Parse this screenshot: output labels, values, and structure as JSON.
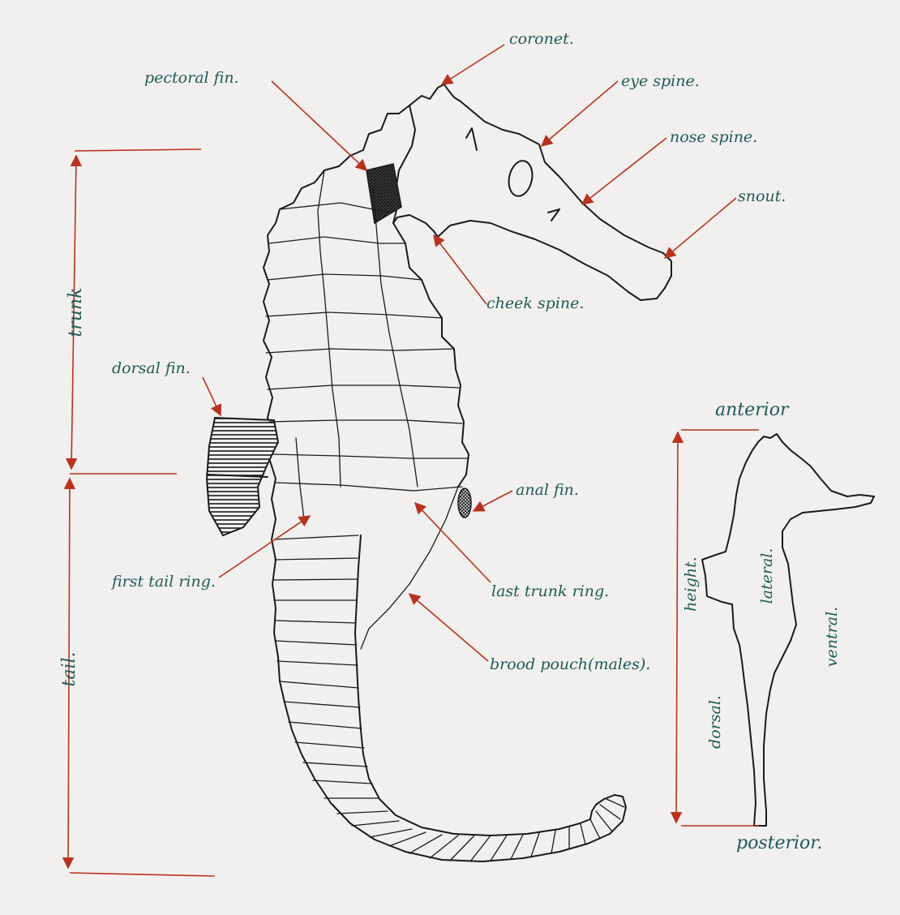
{
  "colors": {
    "paper": "#f1f0ee",
    "ink": "#1a1a1a",
    "label": "#1f5a57",
    "arrow": "#b8321f"
  },
  "labels": {
    "coronet": "coronet.",
    "pectoral_fin": "pectoral fin.",
    "eye_spine": "eye spine.",
    "nose_spine": "nose spine.",
    "snout": "snout.",
    "cheek_spine": "cheek spine.",
    "dorsal_fin": "dorsal fin.",
    "anal_fin": "anal fin.",
    "first_tail_ring": "first tail ring.",
    "last_trunk_ring": "last trunk ring.",
    "brood_pouch": "brood pouch(males).",
    "trunk": "trunk",
    "tail": "tail."
  },
  "orientation": {
    "anterior": "anterior",
    "posterior": "posterior.",
    "height": "height.",
    "lateral": "lateral.",
    "ventral": "ventral.",
    "dorsal": "dorsal."
  }
}
